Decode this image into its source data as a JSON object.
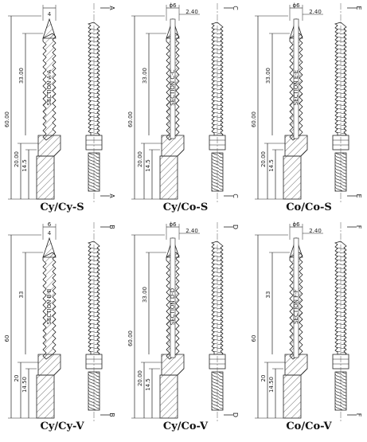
{
  "panels": [
    {
      "caption": "Cy/Cy-S",
      "section_label": "SECTION A-A",
      "section_mark": "A",
      "dim_total": "60.00",
      "dim_thread": "33.00",
      "dim_lower": "20.00",
      "dim_short": "14.5",
      "dim_tip": "4",
      "dim_dia": "",
      "dim_side": "",
      "variant": "cy"
    },
    {
      "caption": "Cy/Co-S",
      "section_label": "SECTION C-C",
      "section_mark": "C",
      "dim_total": "60.00",
      "dim_thread": "33.00",
      "dim_lower": "20.00",
      "dim_short": "14.5",
      "dim_tip": "",
      "dim_dia": "ϕ6",
      "dim_side": "2.40",
      "variant": "co"
    },
    {
      "caption": "Co/Co-S",
      "section_label": "SECTION E-E",
      "section_mark": "E",
      "dim_total": "60.00",
      "dim_thread": "33.00",
      "dim_lower": "20.00",
      "dim_short": "14.5",
      "dim_tip": "",
      "dim_dia": "ϕ6",
      "dim_side": "2.40",
      "variant": "co"
    },
    {
      "caption": "Cy/Cy-V",
      "section_label": "SECTION B-B",
      "section_mark": "B",
      "dim_total": "60",
      "dim_thread": "33",
      "dim_lower": "20",
      "dim_short": "14.50",
      "dim_tip": "4",
      "dim_dia": "6",
      "dim_side": "",
      "variant": "cy"
    },
    {
      "caption": "Cy/Co-V",
      "section_label": "SECTION D-D",
      "section_mark": "D",
      "dim_total": "60.00",
      "dim_thread": "33.00",
      "dim_lower": "20.00",
      "dim_short": "14.5",
      "dim_tip": "",
      "dim_dia": "ϕ6",
      "dim_side": "2.40",
      "variant": "co"
    },
    {
      "caption": "Co/Co-V",
      "section_label": "SECTION F-F",
      "section_mark": "F",
      "dim_total": "60",
      "dim_thread": "33",
      "dim_lower": "20",
      "dim_short": "14.50",
      "dim_tip": "",
      "dim_dia": "ϕ6",
      "dim_side": "2.40",
      "variant": "co"
    }
  ]
}
